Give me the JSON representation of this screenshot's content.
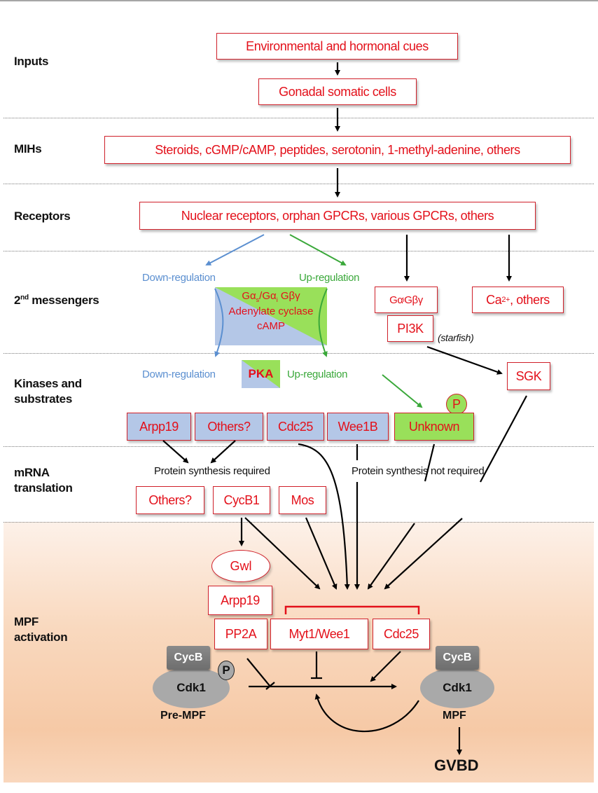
{
  "rows": {
    "inputs": "Inputs",
    "mihs": "MIHs",
    "receptors": "Receptors",
    "second_messengers_main": "2",
    "second_messengers_sup": "nd",
    "second_messengers_rest": " messengers",
    "kinases_line1": "Kinases and",
    "kinases_line2": "substrates",
    "mrna_line1": "mRNA",
    "mrna_line2": "translation",
    "mpf_line1": "MPF",
    "mpf_line2": "activation"
  },
  "inputs": {
    "env_cues": "Environmental and hormonal cues",
    "gonadal": "Gonadal somatic cells"
  },
  "mihs": {
    "list": "Steroids, cGMP/cAMP, peptides, serotonin, 1-methyl-adenine, others"
  },
  "receptors": {
    "list": "Nuclear receptors, orphan GPCRs, various GPCRs, others"
  },
  "second_messengers": {
    "down_regulation": "Down-regulation",
    "up_regulation": "Up-regulation",
    "g_protein_line": {
      "g1": "Gα",
      "s": "s",
      "g2": "/Gα",
      "i": "i",
      "rest": " Gβγ"
    },
    "adenylate_cyclase": "Adenylate cyclase",
    "camp": "cAMP",
    "gai_gbg": {
      "g": "Gα",
      "i": "i",
      "rest": " Gβγ"
    },
    "calcium": {
      "ca": "Ca",
      "sup": "2+",
      "rest": ", others"
    },
    "pi3k": "PI3K",
    "starfish": "(starfish)"
  },
  "kinases": {
    "down_regulation": "Down-regulation",
    "pka": "PKA",
    "up_regulation": "Up-regulation",
    "sgk": "SGK",
    "phospho": "P",
    "substrates": [
      "Arpp19",
      "Others?",
      "Cdc25",
      "Wee1B",
      "Unknown"
    ]
  },
  "mrna": {
    "synthesis_required": "Protein synthesis required",
    "synthesis_not_required": "Protein synthesis not required",
    "translated": [
      "Others?",
      "CycB1",
      "Mos"
    ]
  },
  "mpf": {
    "gwl": "Gwl",
    "arpp19": "Arpp19",
    "pp2a": "PP2A",
    "myt1_wee1": "Myt1/Wee1",
    "cdc25": "Cdc25",
    "pre_mpf": {
      "cycb": "CycB",
      "cdk1": "Cdk1",
      "phospho": "P",
      "label": "Pre-MPF"
    },
    "active_mpf": {
      "cycb": "CycB",
      "cdk1": "Cdk1",
      "label": "MPF"
    },
    "gvbd": "GVBD"
  },
  "colors": {
    "node_text": "#e3101a",
    "node_border": "#d0202a",
    "down_regulation": "#5b8fd0",
    "up_regulation": "#3aa83a",
    "blue_fill": "#b4c7e7",
    "green_fill": "#99e05a",
    "mpf_background": "#f8d2b3"
  }
}
